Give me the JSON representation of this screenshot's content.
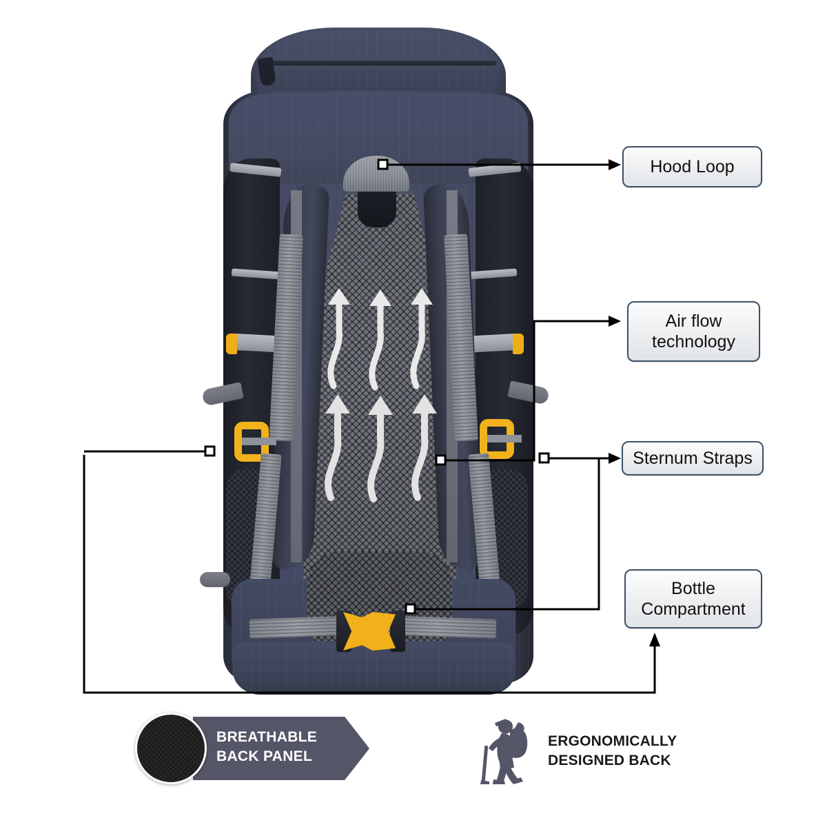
{
  "page": {
    "type": "product-feature-infographic",
    "product": "hiking rucksack backpack (rear view)",
    "background_color": "#ffffff"
  },
  "callouts": [
    {
      "id": "hood-loop",
      "label": "Hood Loop",
      "anchor": "top haul handle"
    },
    {
      "id": "air-flow",
      "label": "Air flow\ntechnology",
      "line1": "Air flow",
      "line2": "technology",
      "anchor": "mesh back panel"
    },
    {
      "id": "sternum",
      "label": "Sternum Straps",
      "anchor": "shoulder strap buckle"
    },
    {
      "id": "bottle",
      "label": "Bottle\nCompartment",
      "line1": "Bottle",
      "line2": "Compartment",
      "anchor": "side mesh pocket"
    }
  ],
  "badges": [
    {
      "id": "breathable-back-panel",
      "line1": "BREATHABLE",
      "line2": "BACK PANEL",
      "shape": "arrow-pentagon",
      "fill": "#555568",
      "text_color": "#ffffff",
      "swatch": "black breathable mesh circle"
    },
    {
      "id": "ergonomically-designed-back",
      "line1": "ERGONOMICALLY",
      "line2": "DESIGNED BACK",
      "icon": "hiker-silhouette-icon",
      "icon_color": "#555568",
      "text_color": "#1a1a1a"
    }
  ],
  "colors": {
    "navy_fabric": "#434a63",
    "black_panel": "#20232b",
    "mesh_grey": "#6e7179",
    "webbing_grey": "#8d9199",
    "buckle_yellow": "#f2b01a",
    "callout_border": "#3d5068",
    "callout_fill": "#eceef0",
    "badge_slate": "#555568",
    "leader_line": "#000000"
  },
  "airflow": {
    "arrow_count": 6,
    "rows": 2,
    "per_row": 3,
    "direction": "up",
    "style": "wavy",
    "color": "#e8e8e8"
  }
}
